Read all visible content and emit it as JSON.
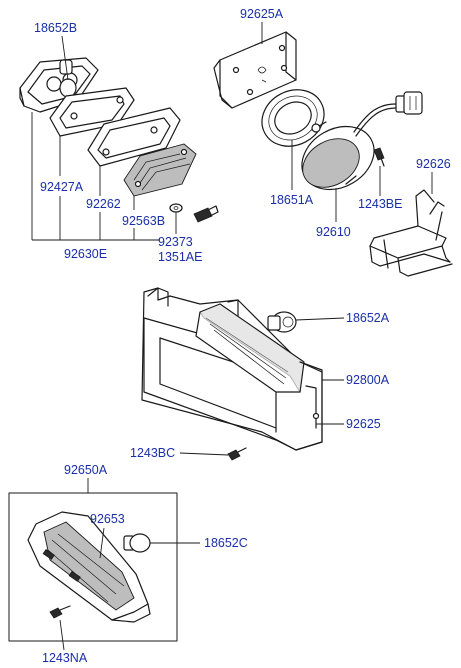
{
  "labels": {
    "l_18652b": "18652B",
    "l_92625a": "92625A",
    "l_92427a": "92427A",
    "l_92262": "92262",
    "l_92563b": "92563B",
    "l_92373": "92373",
    "l_1351ae": "1351AE",
    "l_92630e": "92630E",
    "l_18651a": "18651A",
    "l_1243be": "1243BE",
    "l_92626": "92626",
    "l_92610": "92610",
    "l_18652a": "18652A",
    "l_92800a": "92800A",
    "l_92625": "92625",
    "l_1243bc": "1243BC",
    "l_92650a": "92650A",
    "l_92653": "92653",
    "l_18652c": "18652C",
    "l_1243na": "1243NA"
  }
}
